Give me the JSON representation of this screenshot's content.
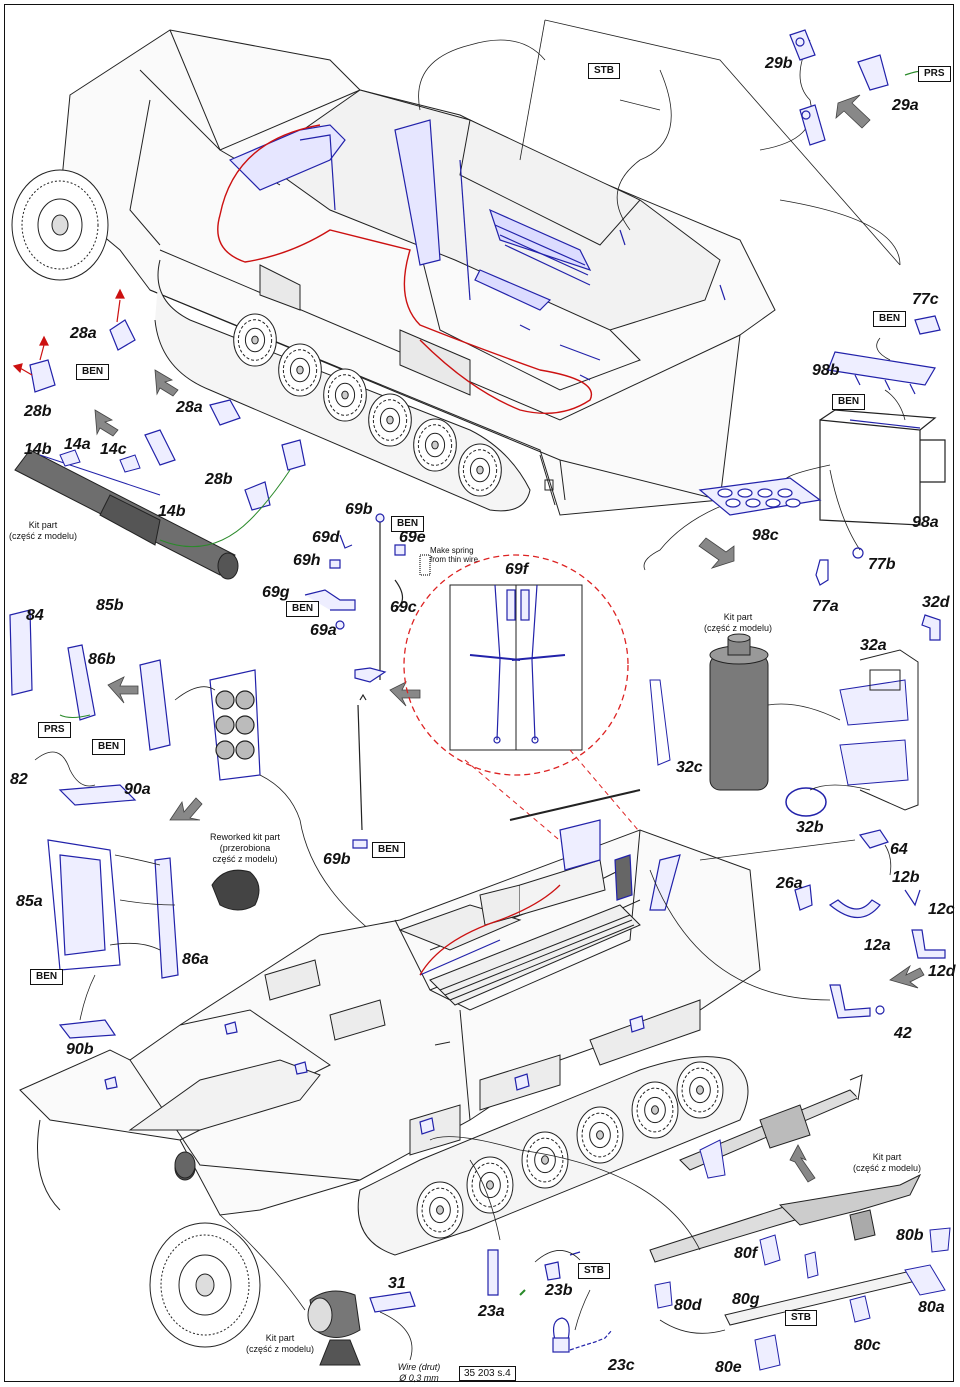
{
  "labels": {
    "l29b": "29b",
    "l29a": "29a",
    "l77c": "77c",
    "l98b": "98b",
    "l28a_top": "28a",
    "l28b_top": "28b",
    "l28a_mid": "28a",
    "l28b_mid": "28b",
    "l14b_left": "14b",
    "l14a": "14a",
    "l14c": "14c",
    "l14b_mid": "14b",
    "l69b_top": "69b",
    "l69d": "69d",
    "l69e": "69e",
    "l69h": "69h",
    "l69g": "69g",
    "l69a": "69a",
    "l69c": "69c",
    "l69f": "69f",
    "l69b_bottom": "69b",
    "l98c": "98c",
    "l98a": "98a",
    "l77b": "77b",
    "l77a": "77a",
    "l32d": "32d",
    "l32a": "32a",
    "l32c": "32c",
    "l32b": "32b",
    "l84": "84",
    "l85b": "85b",
    "l86b": "86b",
    "l82": "82",
    "l90a": "90a",
    "l85a": "85a",
    "l86a": "86a",
    "l90b": "90b",
    "l64": "64",
    "l26a": "26a",
    "l12b": "12b",
    "l12c": "12c",
    "l12a": "12a",
    "l12d": "12d",
    "l42": "42",
    "l31": "31",
    "l23a": "23a",
    "l23b": "23b",
    "l23c": "23c",
    "l80b": "80b",
    "l80f": "80f",
    "l80d": "80d",
    "l80g": "80g",
    "l80a": "80a",
    "l80c": "80c",
    "l80e": "80e"
  },
  "tags": {
    "stb_top": "STB",
    "prs_top": "PRS",
    "ben_77c": "BEN",
    "ben_98b": "BEN",
    "ben_28a": "BEN",
    "ben_69b": "BEN",
    "ben_69g": "BEN",
    "prs_left": "PRS",
    "ben_86b": "BEN",
    "ben_69b_bottom": "BEN",
    "ben_85a": "BEN",
    "stb_23b": "STB",
    "stb_80": "STB"
  },
  "notes": {
    "kit_part_left": "Kit part\n(część z modelu)",
    "make_spring": "Make spring\nfrom thin wire",
    "kit_part_32c": "Kit part\n(część z modelu)",
    "reworked": "Reworked kit part\n(przerobiona\nczęść z modelu)",
    "kit_part_mg": "Kit part\n(część z modelu)",
    "kit_part_31": "Kit part\n(część z modelu)",
    "wire_line1": "Wire (drut)",
    "wire_line2": "Ø 0,3 mm"
  },
  "page_ref": "35 203 s.4",
  "colors": {
    "line": "#222222",
    "part_blue": "#2222aa",
    "wire_red": "#cc1111",
    "guide_green": "#2a8a2a",
    "detail_circle": "#dd2222",
    "arrow_gray": "#888888"
  }
}
